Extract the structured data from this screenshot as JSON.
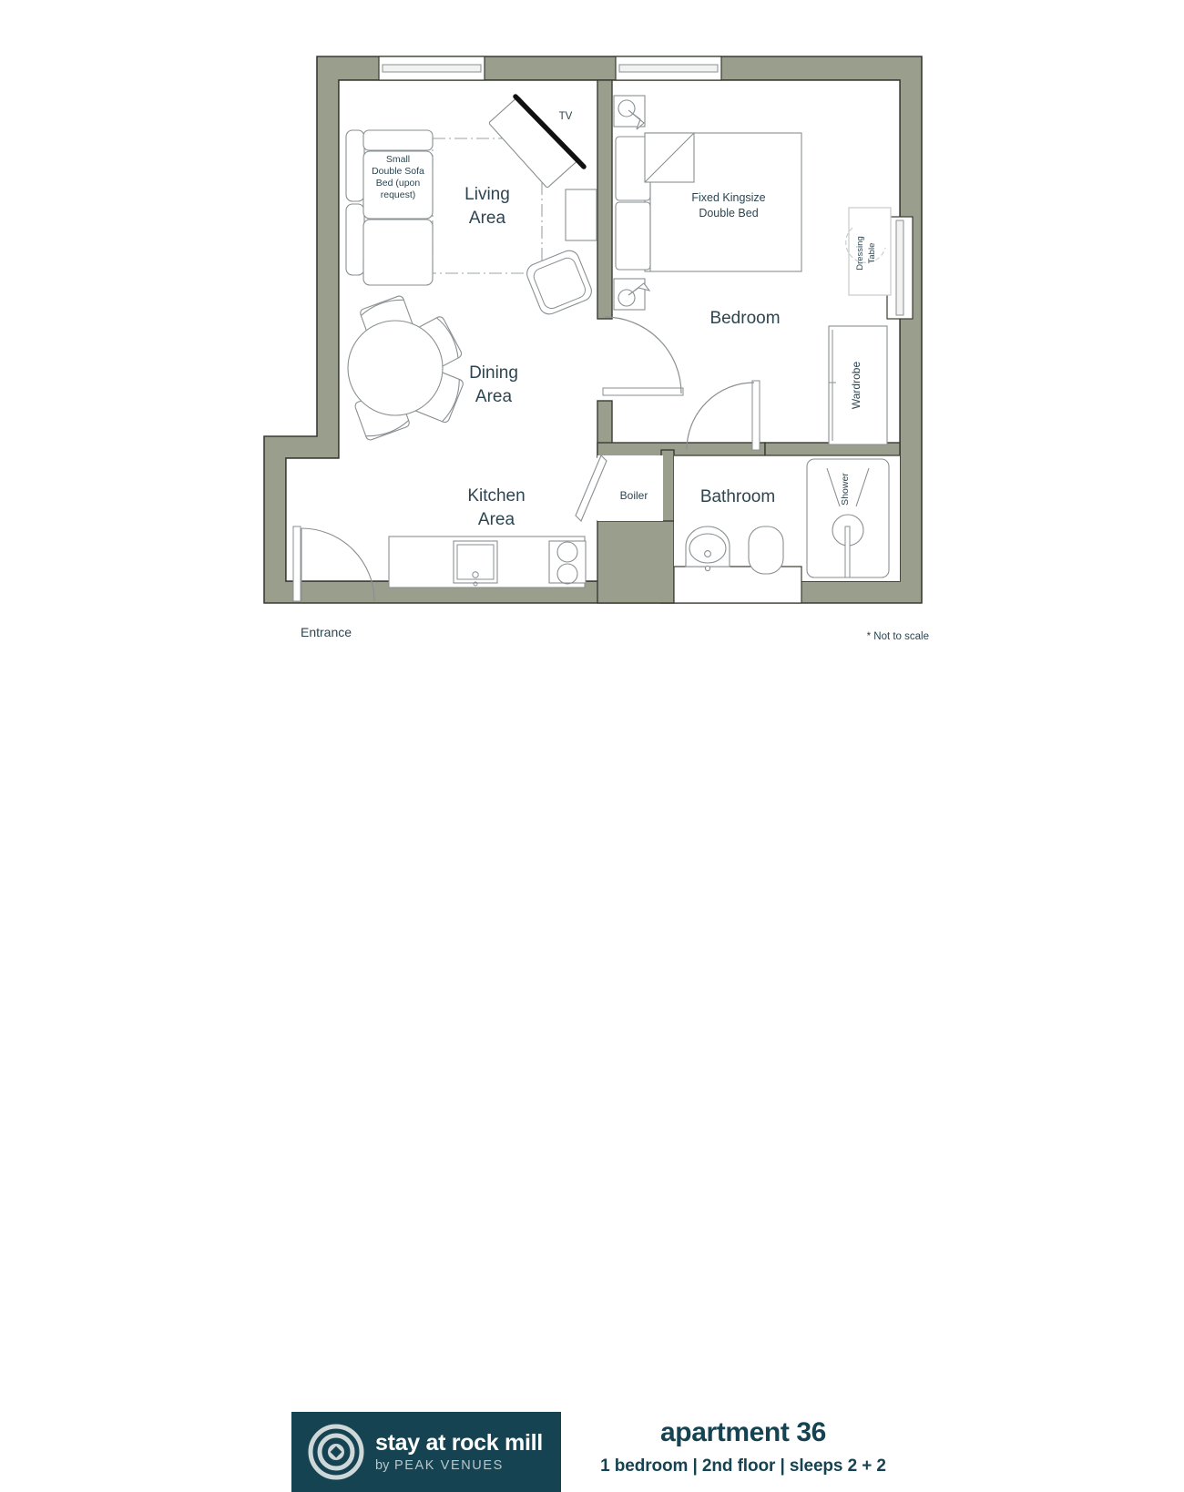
{
  "meta": {
    "document_type": "apartment floor plan",
    "scale_note": "* Not to scale"
  },
  "colors": {
    "wall_fill": "#9a9e8c",
    "wall_stroke": "#3b3b33",
    "furniture_stroke": "#8a8f92",
    "label_text": "#2d4550",
    "brand_dark": "#154351",
    "logo_ring": "#cfd8d9",
    "room_interior": "#ffffff",
    "page_background": "#ffffff"
  },
  "rooms": [
    {
      "id": "living",
      "label_line1": "Living",
      "label_line2": "Area"
    },
    {
      "id": "dining",
      "label_line1": "Dining",
      "label_line2": "Area"
    },
    {
      "id": "kitchen",
      "label_line1": "Kitchen",
      "label_line2": "Area"
    },
    {
      "id": "bedroom",
      "label_line1": "Bedroom",
      "label_line2": ""
    },
    {
      "id": "bathroom",
      "label_line1": "Bathroom",
      "label_line2": ""
    },
    {
      "id": "boiler",
      "label_line1": "Boiler",
      "label_line2": ""
    }
  ],
  "labels": {
    "living_area_1": "Living",
    "living_area_2": "Area",
    "dining_area_1": "Dining",
    "dining_area_2": "Area",
    "kitchen_area_1": "Kitchen",
    "kitchen_area_2": "Area",
    "bedroom": "Bedroom",
    "bathroom": "Bathroom",
    "boiler": "Boiler",
    "entrance": "Entrance",
    "tv": "TV",
    "shower": "Shower",
    "wardrobe": "Wardrobe",
    "dressing_table_1": "Dressing",
    "dressing_table_2": "Table",
    "sofa_bed_1": "Small",
    "sofa_bed_2": "Double Sofa",
    "sofa_bed_3": "Bed (upon",
    "sofa_bed_4": "request)",
    "bed_1": "Fixed Kingsize",
    "bed_2": "Double Bed"
  },
  "furniture": [
    {
      "name": "small-double-sofa-bed",
      "room": "living",
      "label": "Small Double Sofa Bed (upon request)"
    },
    {
      "name": "tv",
      "room": "living",
      "label": "TV"
    },
    {
      "name": "armchair",
      "room": "living",
      "label": ""
    },
    {
      "name": "side-table",
      "room": "living",
      "label": ""
    },
    {
      "name": "rug",
      "room": "living",
      "label": ""
    },
    {
      "name": "dining-table-round",
      "room": "dining",
      "label": ""
    },
    {
      "name": "dining-chair",
      "room": "dining",
      "label": "",
      "count": 4
    },
    {
      "name": "kitchen-counter",
      "room": "kitchen",
      "label": ""
    },
    {
      "name": "oven",
      "room": "kitchen",
      "label": ""
    },
    {
      "name": "hob",
      "room": "kitchen",
      "label": ""
    },
    {
      "name": "fixed-kingsize-double-bed",
      "room": "bedroom",
      "label": "Fixed Kingsize Double Bed"
    },
    {
      "name": "bedside-table-lamp",
      "room": "bedroom",
      "label": "",
      "count": 2
    },
    {
      "name": "dressing-table",
      "room": "bedroom",
      "label": "Dressing Table"
    },
    {
      "name": "wardrobe",
      "room": "bedroom",
      "label": "Wardrobe"
    },
    {
      "name": "shower",
      "room": "bathroom",
      "label": "Shower"
    },
    {
      "name": "basin",
      "room": "bathroom",
      "label": ""
    },
    {
      "name": "toilet",
      "room": "bathroom",
      "label": ""
    }
  ],
  "openings": [
    {
      "name": "window-living",
      "type": "window"
    },
    {
      "name": "window-bedroom-north",
      "type": "window"
    },
    {
      "name": "window-bedroom-east",
      "type": "window"
    },
    {
      "name": "door-entrance",
      "type": "door"
    },
    {
      "name": "door-bedroom",
      "type": "door"
    },
    {
      "name": "door-bathroom",
      "type": "door"
    },
    {
      "name": "door-boiler",
      "type": "door"
    }
  ],
  "brand": {
    "name_line": "stay at rock mill",
    "by_word": "by",
    "venue_word": "PEAK VENUES"
  },
  "listing": {
    "title": "apartment 36",
    "details": "1 bedroom | 2nd floor | sleeps 2 + 2"
  }
}
